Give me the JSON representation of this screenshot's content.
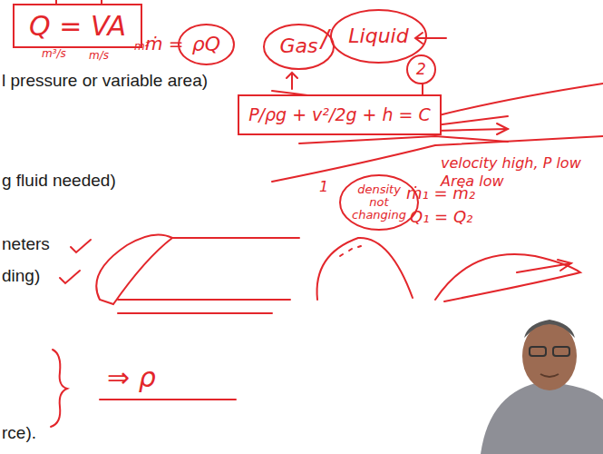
{
  "diagram": {
    "nodes": [
      {
        "text": [
          "Q = VA"
        ]
      },
      {
        "text": [
          "ρQ"
        ]
      },
      {
        "text": [
          "Gas"
        ]
      },
      {
        "text": [
          "Liquid"
        ]
      },
      {
        "text": [
          "2"
        ]
      },
      {
        "text": [
          "P/ρg + v²/2g + h = C"
        ]
      },
      {
        "text": [
          "density not changing"
        ]
      }
    ],
    "labels": [
      "l pressure or variable area)",
      "g fluid needed)",
      "neters",
      "ding)",
      "rce).",
      "m³/s",
      "m/s",
      "m²",
      "ṁ =",
      "/",
      "1",
      "ṁ₁ = ṁ₂",
      "Q₁ = Q₂",
      "velocity high, P low",
      "Area low",
      "⇒ ρ"
    ]
  }
}
